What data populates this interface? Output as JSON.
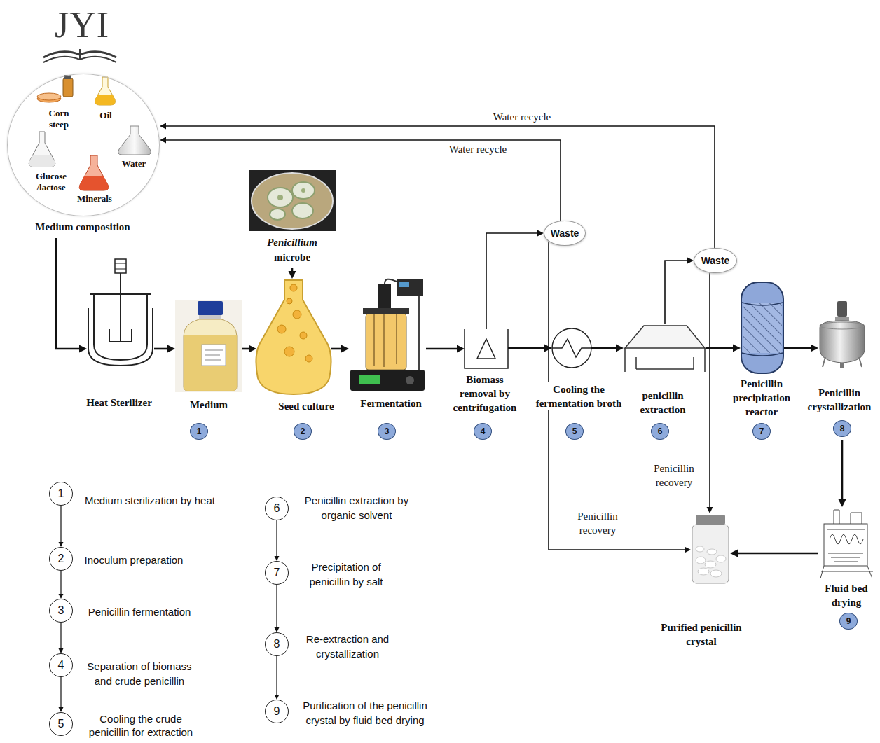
{
  "diagram": {
    "nodes": [
      {
        "text": [
          "Corn steep",
          "Oil",
          "Glucose /lactose",
          "Water",
          "Minerals",
          "Medium composition"
        ]
      },
      {
        "text": [
          "Heat Sterilizer"
        ]
      },
      {
        "text": [
          "Medium"
        ]
      },
      {
        "text": [
          "Penicillium",
          "microbe"
        ]
      },
      {
        "text": [
          "Seed culture"
        ]
      },
      {
        "text": [
          "Fermentation"
        ]
      },
      {
        "text": [
          "Biomass removal by centrifugation"
        ]
      },
      {
        "text": [
          "Cooling the fermentation broth"
        ]
      },
      {
        "text": [
          "penicillin extraction"
        ]
      },
      {
        "text": [
          "Penicillin precipitation reactor"
        ]
      },
      {
        "text": [
          "Penicillin crystallization"
        ]
      },
      {
        "text": [
          "Fluid bed drying"
        ]
      },
      {
        "text": [
          "Purified penicillin crystal"
        ]
      },
      {
        "text": [
          "Waste"
        ]
      },
      {
        "text": [
          "Waste"
        ]
      },
      {
        "text": [
          "1"
        ]
      },
      {
        "text": [
          "2"
        ]
      },
      {
        "text": [
          "3"
        ]
      },
      {
        "text": [
          "4"
        ]
      },
      {
        "text": [
          "5"
        ]
      },
      {
        "text": [
          "6"
        ]
      },
      {
        "text": [
          "7"
        ]
      },
      {
        "text": [
          "8"
        ]
      },
      {
        "text": [
          "9"
        ]
      },
      {
        "text": [
          "1",
          "Medium sterilization by heat"
        ]
      },
      {
        "text": [
          "2",
          "Inoculum preparation"
        ]
      },
      {
        "text": [
          "3",
          "Penicillin fermentation"
        ]
      },
      {
        "text": [
          "4",
          "Separation of biomass and crude penicillin"
        ]
      },
      {
        "text": [
          "5",
          "Cooling the crude penicillin for extraction"
        ]
      },
      {
        "text": [
          "6",
          "Penicillin extraction by organic solvent"
        ]
      },
      {
        "text": [
          "7",
          "Precipitation of penicillin by salt"
        ]
      },
      {
        "text": [
          "8",
          "Re-extraction and crystallization"
        ]
      },
      {
        "text": [
          "9",
          "Purification of the penicillin crystal by fluid bed drying"
        ]
      }
    ],
    "edges": [
      {
        "from": 0,
        "to": 1,
        "arrow": "to"
      },
      {
        "from": 1,
        "to": 2,
        "arrow": "to"
      },
      {
        "from": 2,
        "to": 4,
        "arrow": "to"
      },
      {
        "from": 3,
        "to": 4,
        "arrow": "to"
      },
      {
        "from": 4,
        "to": 5,
        "arrow": "to"
      },
      {
        "from": 5,
        "to": 6,
        "arrow": "to"
      },
      {
        "from": 6,
        "to": 7,
        "arrow": "to"
      },
      {
        "from": 7,
        "to": 8,
        "arrow": "to"
      },
      {
        "from": 8,
        "to": 9,
        "arrow": "to"
      },
      {
        "from": 9,
        "to": 10,
        "arrow": "to"
      },
      {
        "from": 10,
        "to": 11,
        "arrow": "to"
      },
      {
        "from": 11,
        "to": 12,
        "arrow": "to"
      },
      {
        "from": 6,
        "to": 13,
        "arrow": "to"
      },
      {
        "from": 8,
        "to": 14,
        "arrow": "to"
      },
      {
        "from": 14,
        "to": 0,
        "label": "Water recycle",
        "arrow": "to"
      },
      {
        "from": 13,
        "to": 0,
        "label": "Water recycle",
        "arrow": "to"
      },
      {
        "from": 13,
        "to": 12,
        "label": "Penicillin recovery",
        "arrow": "to"
      },
      {
        "from": 14,
        "to": 12,
        "label": "Penicillin recovery",
        "arrow": "to"
      },
      {
        "from": 24,
        "to": 25,
        "arrow": "to"
      },
      {
        "from": 25,
        "to": 26,
        "arrow": "to"
      },
      {
        "from": 26,
        "to": 27,
        "arrow": "to"
      },
      {
        "from": 27,
        "to": 28,
        "arrow": "to"
      },
      {
        "from": 29,
        "to": 30,
        "arrow": "to"
      },
      {
        "from": 30,
        "to": 31,
        "arrow": "to"
      },
      {
        "from": 31,
        "to": 32,
        "arrow": "to"
      }
    ],
    "labels": [
      "JYI"
    ]
  }
}
